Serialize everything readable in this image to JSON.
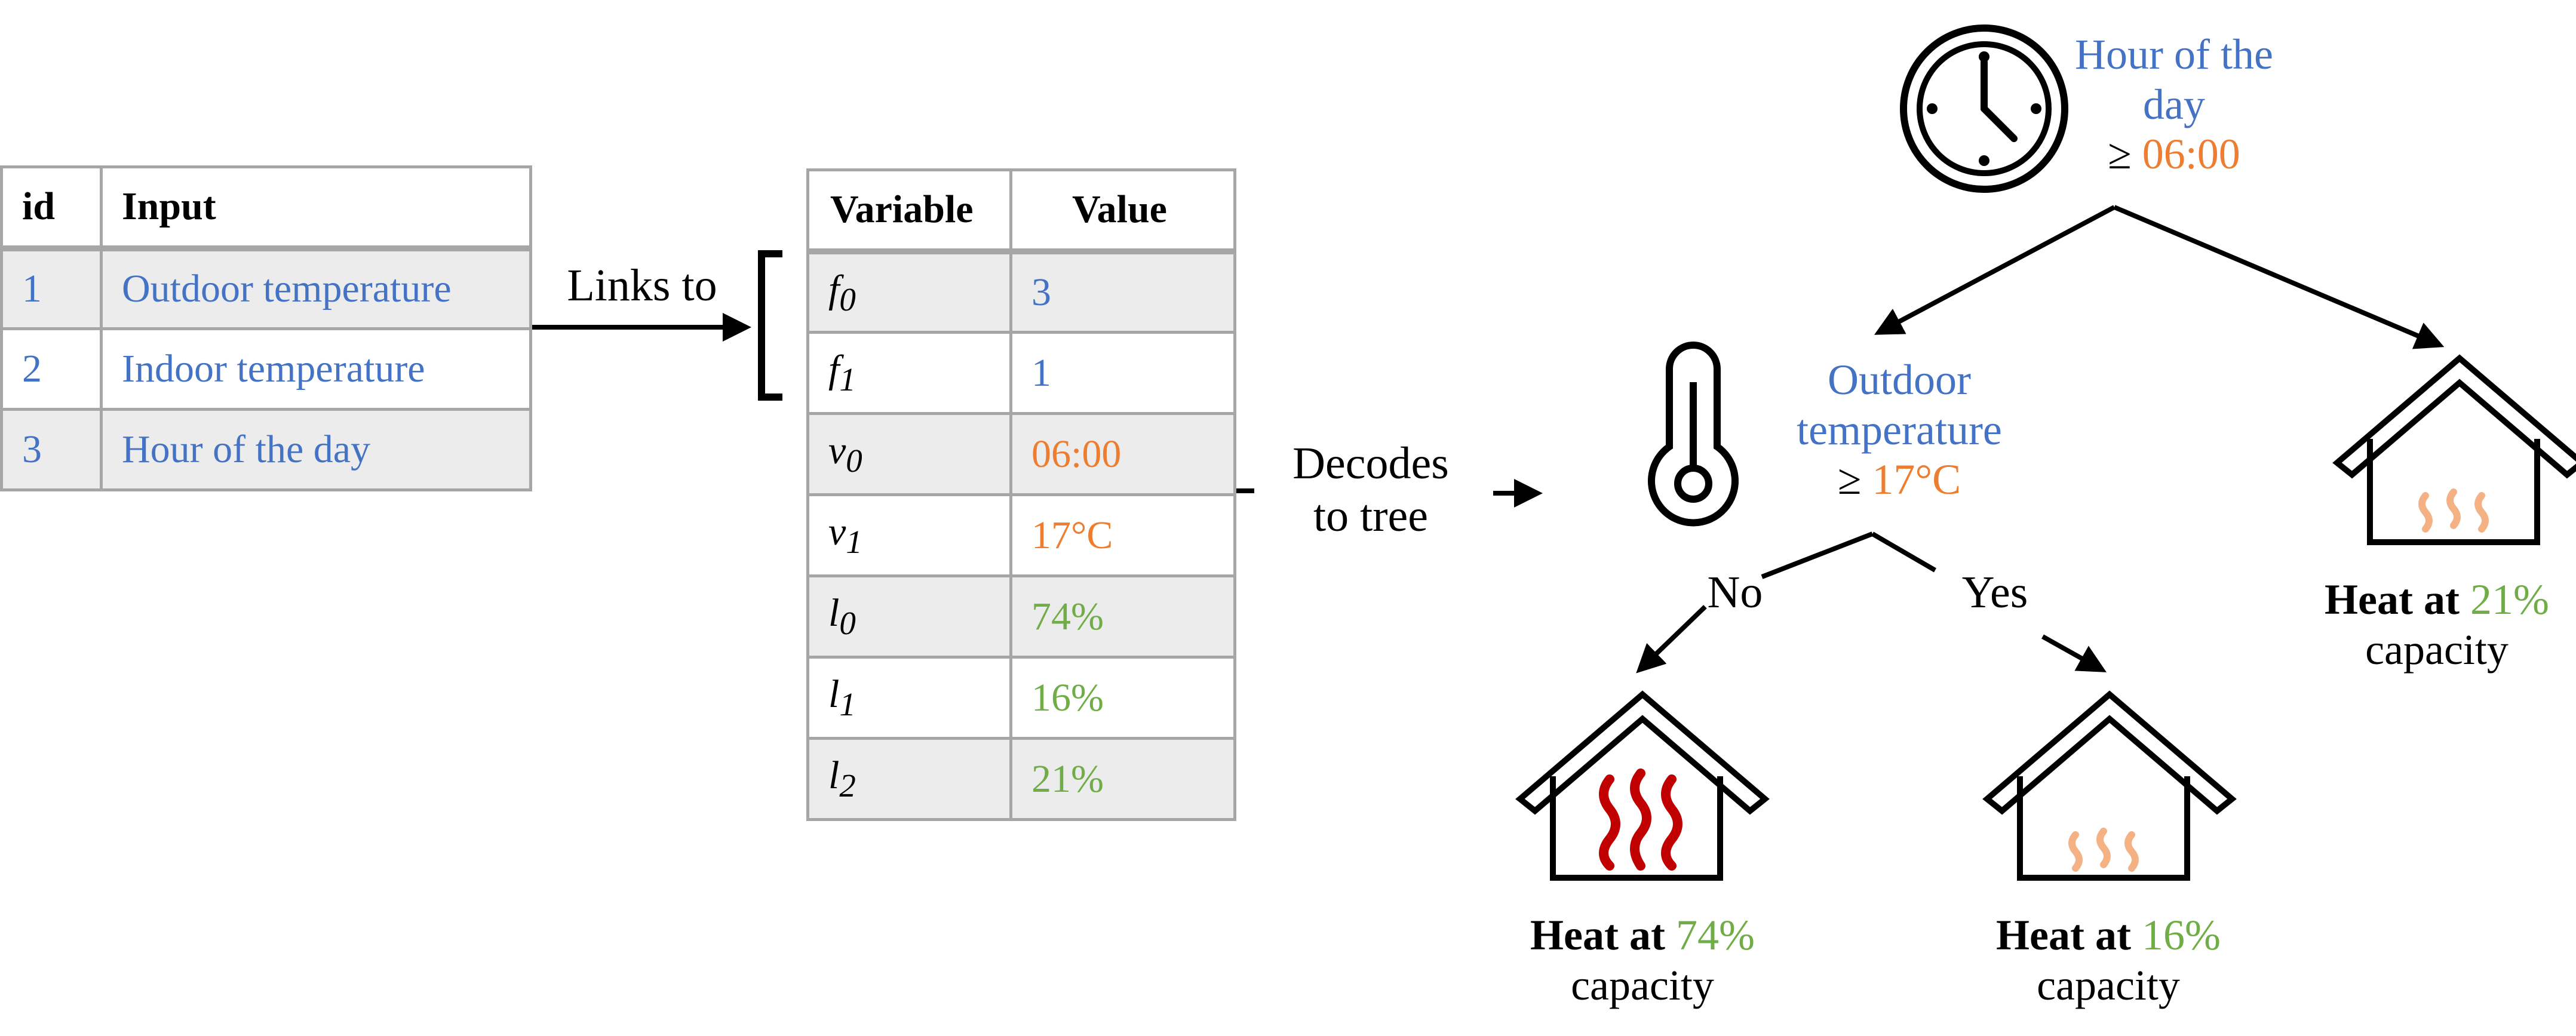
{
  "input_table": {
    "headers": [
      "id",
      "Input"
    ],
    "rows": [
      {
        "id": "1",
        "input": "Outdoor temperature"
      },
      {
        "id": "2",
        "input": "Indoor temperature"
      },
      {
        "id": "3",
        "input": "Hour of the day"
      }
    ]
  },
  "links_label": "Links to",
  "variable_table": {
    "headers": [
      "Variable",
      "Value"
    ],
    "rows": [
      {
        "var_base": "f",
        "var_sub": "0",
        "value": "3",
        "color": "#4472c4"
      },
      {
        "var_base": "f",
        "var_sub": "1",
        "value": "1",
        "color": "#4472c4"
      },
      {
        "var_base": "v",
        "var_sub": "0",
        "value": "06:00",
        "color": "#ed7d31"
      },
      {
        "var_base": "v",
        "var_sub": "1",
        "value": "17°C",
        "color": "#ed7d31"
      },
      {
        "var_base": "l",
        "var_sub": "0",
        "value": "74%",
        "color": "#70ad47"
      },
      {
        "var_base": "l",
        "var_sub": "1",
        "value": "16%",
        "color": "#70ad47"
      },
      {
        "var_base": "l",
        "var_sub": "2",
        "value": "21%",
        "color": "#70ad47"
      }
    ]
  },
  "decodes_label": {
    "line1": "Decodes",
    "line2": "to tree"
  },
  "tree": {
    "root": {
      "feature_line1": "Hour of the",
      "feature_line2": "day",
      "op": "≥",
      "threshold": "06:00"
    },
    "node": {
      "feature_line1": "Outdoor",
      "feature_line2": "temperature",
      "op": "≥",
      "threshold": "17°C"
    },
    "branch_no": "No",
    "branch_yes": "Yes",
    "leaves": {
      "no": {
        "prefix": "Heat at",
        "value": "74%",
        "suffix": "capacity"
      },
      "yes": {
        "prefix": "Heat at",
        "value": "16%",
        "suffix": "capacity"
      },
      "root_yes": {
        "prefix": "Heat at",
        "value": "21%",
        "suffix": "capacity"
      }
    }
  },
  "colors": {
    "feature": "#4472c4",
    "threshold": "#ed7d31",
    "leaf": "#70ad47",
    "heat_high": "#c00000",
    "heat_low": "#f4b183"
  },
  "icons": {
    "clock": "clock-icon",
    "thermometer": "thermometer-icon",
    "house": "house-icon"
  }
}
